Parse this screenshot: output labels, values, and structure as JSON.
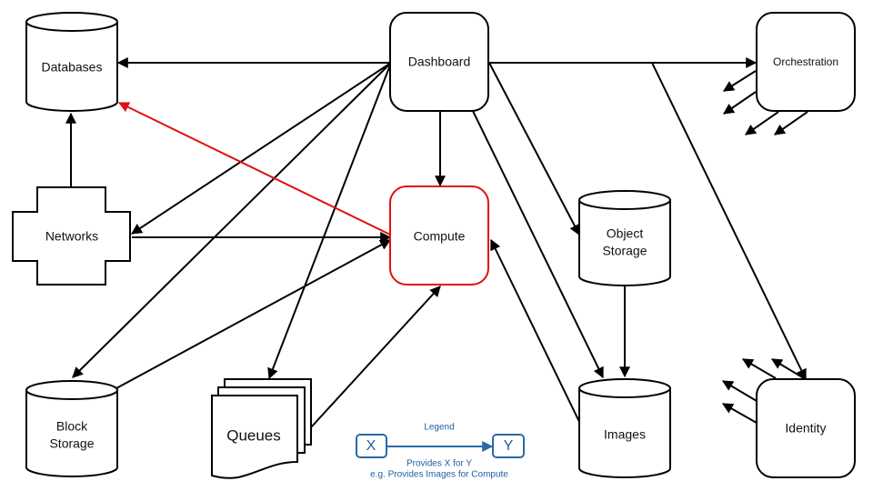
{
  "diagram": {
    "title": "",
    "colors": {
      "stroke": "#000000",
      "highlight": "#e01010",
      "legend": "#2a6aa8",
      "background": "#ffffff"
    },
    "nodes": {
      "dashboard": {
        "label": "Dashboard",
        "shape": "rounded-rect"
      },
      "databases": {
        "label": "Databases",
        "shape": "cylinder"
      },
      "orchestration": {
        "label": "Orchestration",
        "shape": "rounded-rect"
      },
      "networks": {
        "label": "Networks",
        "shape": "cross"
      },
      "compute": {
        "label": "Compute",
        "shape": "rounded-rect",
        "highlighted": true
      },
      "object_storage": {
        "label_line1": "Object",
        "label_line2": "Storage",
        "shape": "cylinder"
      },
      "block_storage": {
        "label_line1": "Block",
        "label_line2": "Storage",
        "shape": "cylinder"
      },
      "queues": {
        "label": "Queues",
        "shape": "multi-document"
      },
      "images": {
        "label": "Images",
        "shape": "cylinder"
      },
      "identity": {
        "label": "Identity",
        "shape": "rounded-rect"
      }
    },
    "edges": [
      {
        "from": "Dashboard",
        "to": "Databases"
      },
      {
        "from": "Dashboard",
        "to": "Orchestration"
      },
      {
        "from": "Dashboard",
        "to": "Identity"
      },
      {
        "from": "Dashboard",
        "to": "Networks"
      },
      {
        "from": "Dashboard",
        "to": "Compute"
      },
      {
        "from": "Dashboard",
        "to": "Block Storage"
      },
      {
        "from": "Dashboard",
        "to": "Queues"
      },
      {
        "from": "Dashboard",
        "to": "Object Storage"
      },
      {
        "from": "Dashboard",
        "to": "Images"
      },
      {
        "from": "Networks",
        "to": "Databases"
      },
      {
        "from": "Networks",
        "to": "Compute"
      },
      {
        "from": "Block Storage",
        "to": "Compute"
      },
      {
        "from": "Queues",
        "to": "Compute"
      },
      {
        "from": "Images",
        "to": "Compute"
      },
      {
        "from": "Object Storage",
        "to": "Images"
      },
      {
        "from": "Compute",
        "to": "Databases",
        "highlighted": true
      },
      {
        "from": "Orchestration",
        "to": "(outbound x4)"
      },
      {
        "from": "Identity",
        "to": "(outbound x4)"
      }
    ],
    "legend": {
      "title": "Legend",
      "x_label": "X",
      "y_label": "Y",
      "description_line1": "Provides X for Y",
      "description_line2": "e.g. Provides Images for Compute"
    }
  }
}
